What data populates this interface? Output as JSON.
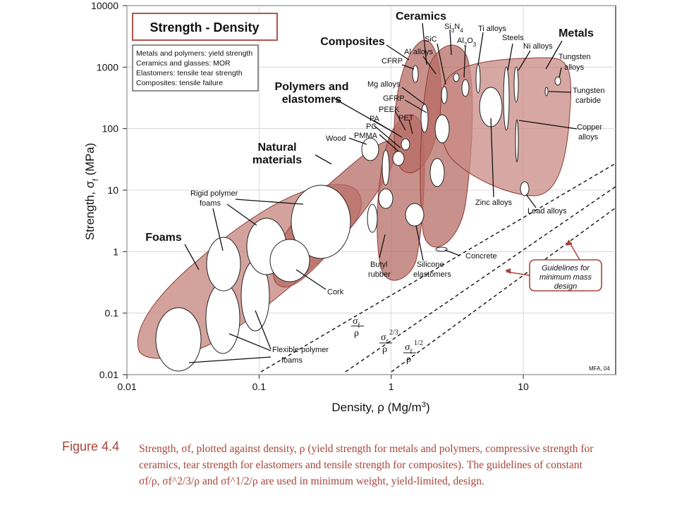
{
  "chart_data": {
    "type": "bubble-region",
    "title": "Strength - Density",
    "xlabel": "Density, ρ (Mg/m3)",
    "ylabel": "Strength, σf (MPa)",
    "xscale": "log",
    "yscale": "log",
    "xlim": [
      0.01,
      50
    ],
    "ylim": [
      0.01,
      10000
    ],
    "xticks": [
      "0.01",
      "0.1",
      "1",
      "10"
    ],
    "yticks": [
      "0.01",
      "0.1",
      "1",
      "10",
      "100",
      "1000",
      "10000"
    ],
    "legend_box": [
      "Metals and polymers: yield strength",
      "Ceramics and glasses: MOR",
      "Elastomers: tensile tear strength",
      "Composites: tensile failure"
    ],
    "groups": [
      {
        "name": "Ceramics",
        "x": 2.5,
        "y": 9000
      },
      {
        "name": "Composites",
        "x": 0.75,
        "y": 2500
      },
      {
        "name": "Metals",
        "x": 15,
        "y": 2100
      },
      {
        "name": "Polymers and",
        "x": 0.3,
        "y": 720
      },
      {
        "name": "elastomers",
        "x": 0.3,
        "y": 400
      },
      {
        "name": "Natural",
        "x": 0.13,
        "y": 70
      },
      {
        "name": "materials",
        "x": 0.13,
        "y": 40
      },
      {
        "name": "Foams",
        "x": 0.021,
        "y": 1.2
      }
    ],
    "materials": [
      {
        "label": "Si3N4",
        "x": 3.2,
        "y": 7500
      },
      {
        "label": "Ti alloys",
        "x": 5.3,
        "y": 4800
      },
      {
        "label": "SiC",
        "x": 2.3,
        "y": 3300
      },
      {
        "label": "Al2O3",
        "x": 3.5,
        "y": 2800
      },
      {
        "label": "Steels",
        "x": 7.8,
        "y": 2800
      },
      {
        "label": "Ni alloys",
        "x": 10,
        "y": 1800
      },
      {
        "label": "Al alloys",
        "x": 2.3,
        "y": 1550
      },
      {
        "label": "CFRP",
        "x": 1.3,
        "y": 1050
      },
      {
        "label": "Tungsten alloys",
        "x": 22,
        "y": 1300
      },
      {
        "label": "Mg alloys",
        "x": 0.95,
        "y": 430
      },
      {
        "label": "Tungsten carbide",
        "x": 24,
        "y": 460
      },
      {
        "label": "GFRP",
        "x": 1.2,
        "y": 240
      },
      {
        "label": "PEEK",
        "x": 1.15,
        "y": 155
      },
      {
        "label": "PET",
        "x": 1.35,
        "y": 105
      },
      {
        "label": "PA",
        "x": 0.9,
        "y": 100
      },
      {
        "label": "PC",
        "x": 0.9,
        "y": 75
      },
      {
        "label": "PMMA",
        "x": 0.76,
        "y": 52
      },
      {
        "label": "Wood",
        "x": 0.4,
        "y": 48
      },
      {
        "label": "Copper alloys",
        "x": 27,
        "y": 70
      },
      {
        "label": "Rigid polymer foams",
        "x": 0.05,
        "y": 7
      },
      {
        "label": "Zinc alloys",
        "x": 5.8,
        "y": 5.6
      },
      {
        "label": "Lead alloys",
        "x": 12,
        "y": 4.7
      },
      {
        "label": "Concrete",
        "x": 3.7,
        "y": 0.78
      },
      {
        "label": "Butyl rubber",
        "x": 0.93,
        "y": 0.3
      },
      {
        "label": "Silicone elastomers",
        "x": 2.3,
        "y": 0.3
      },
      {
        "label": "Cork",
        "x": 0.25,
        "y": 0.13
      },
      {
        "label": "Flexible polymer foams",
        "x": 0.2,
        "y": 0.015
      }
    ],
    "guidelines": [
      {
        "label": "σf/ρ",
        "slope": 1
      },
      {
        "label": "σf^(2/3)/ρ",
        "slope": 1.5
      },
      {
        "label": "σf^(1/2)/ρ",
        "slope": 2
      }
    ],
    "guideline_note": "Guidelines for minimum mass design",
    "credit": "MFA, 04"
  },
  "caption": {
    "figure_number": "Figure 4.4",
    "text": "Strength, σf, plotted against density, ρ (yield strength for metals and polymers, compressive strength for ceramics, tear strength for elastomers and tensile strength for composites). The guidelines of constant σf/ρ, σf^2/3/ρ and σf^1/2/ρ are used in minimum weight, yield-limited, design."
  },
  "colors": {
    "envelope_fill": "#c98b84",
    "envelope_dark": "#a9544c",
    "envelope_stroke": "#8c3b35",
    "caption_color": "#a8443a"
  }
}
